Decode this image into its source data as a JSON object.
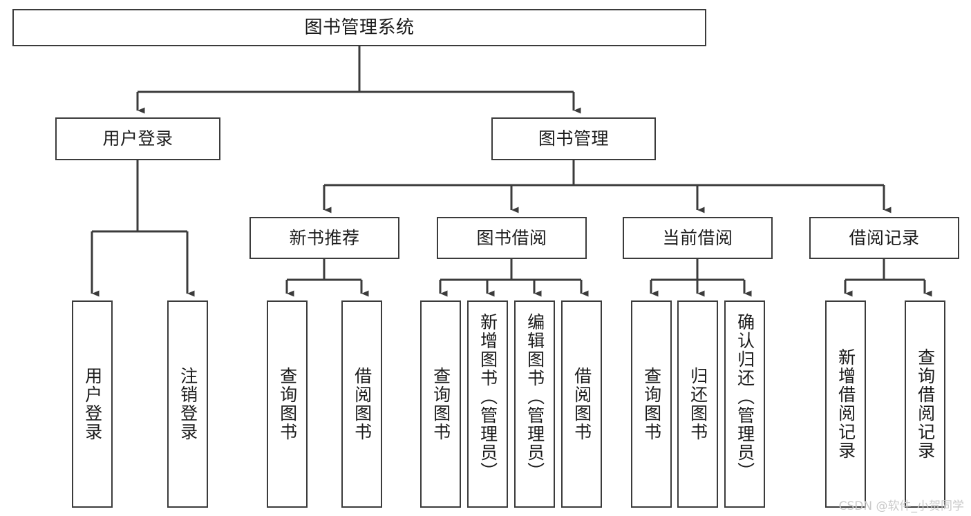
{
  "diagram": {
    "title": "图书管理系统",
    "type": "tree",
    "watermark": "CSDN @软件_小贺同学",
    "colors": {
      "box_border": "#3b3b3b",
      "box_fill": "#ffffff",
      "connector": "#3b3b3b",
      "text": "#1b1b1b",
      "watermark": "#c9c9c9"
    },
    "nodes": {
      "root": {
        "label": "图书管理系统"
      },
      "level2": [
        {
          "id": "user-login",
          "label": "用户登录"
        },
        {
          "id": "book-manage",
          "label": "图书管理"
        }
      ],
      "level3": [
        {
          "id": "new-book-rec",
          "label": "新书推荐"
        },
        {
          "id": "book-borrow",
          "label": "图书借阅"
        },
        {
          "id": "current-borrow",
          "label": "当前借阅"
        },
        {
          "id": "borrow-record",
          "label": "借阅记录"
        }
      ],
      "leaves": {
        "user-login": [
          {
            "id": "leaf-user-login",
            "label": "用户登录"
          },
          {
            "id": "leaf-logout-login",
            "label": "注销登录"
          }
        ],
        "new-book-rec": [
          {
            "id": "leaf-query-book-1",
            "label": "查询图书"
          },
          {
            "id": "leaf-borrow-book-1",
            "label": "借阅图书"
          }
        ],
        "book-borrow": [
          {
            "id": "leaf-query-book-2",
            "label": "查询图书"
          },
          {
            "id": "leaf-add-book",
            "label": "新增图书（管理员）"
          },
          {
            "id": "leaf-edit-book",
            "label": "编辑图书（管理员）"
          },
          {
            "id": "leaf-borrow-book-2",
            "label": "借阅图书"
          }
        ],
        "current-borrow": [
          {
            "id": "leaf-query-book-3",
            "label": "查询图书"
          },
          {
            "id": "leaf-return-book",
            "label": "归还图书"
          },
          {
            "id": "leaf-confirm-return",
            "label": "确认归还（管理员）"
          }
        ],
        "borrow-record": [
          {
            "id": "leaf-add-record",
            "label": "新增借阅记录"
          },
          {
            "id": "leaf-query-record",
            "label": "查询借阅记录"
          }
        ]
      }
    }
  }
}
